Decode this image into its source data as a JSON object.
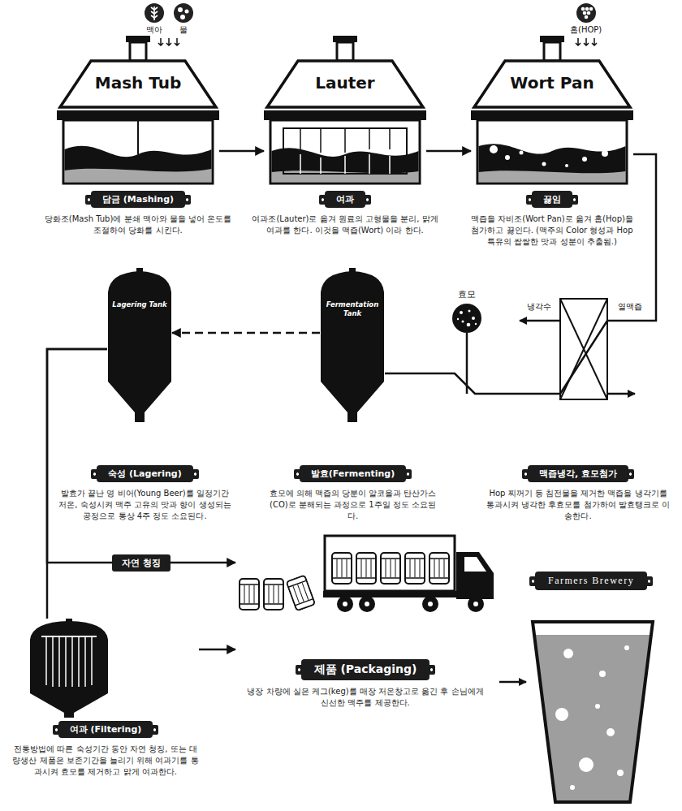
{
  "diagram": {
    "nodes": [
      {
        "text": [
          "Mash Tub"
        ]
      },
      {
        "text": [
          "Lauter"
        ]
      },
      {
        "text": [
          "Wort Pan"
        ]
      },
      {
        "text": [
          "담금 (Mashing)",
          "당화조(Mash Tub)에 분쇄 맥아와 물을 넣어 온도를 조절하여 당화를 시킨다."
        ]
      },
      {
        "text": [
          "여과",
          "여과조(Lauter)로 옮겨 원료의 고형물을 분리, 맑게 여과를 한다. 이것을 맥즙(Wort) 이라 한다."
        ]
      },
      {
        "text": [
          "끓임",
          "맥즙을 자비조(Wort Pan)로 옮겨 홉(Hop)을 첨가하고 끓인다. (맥주의 Color 형성과 Hop 특유의 쌉쌀한 맛과 성분이 추출됨.)"
        ]
      },
      {
        "text": [
          "Lagering Tank"
        ]
      },
      {
        "text": [
          "Fermentation Tank"
        ]
      },
      {
        "text": [
          "숙성 (Lagering)",
          "발효가 끝난 영 비어(Young Beer)를 일정기간 저온, 숙성시켜 맥주 고유의 맛과 향이 생성되는 공정으로 통상 4주 정도 소요된다."
        ]
      },
      {
        "text": [
          "발효(Fermenting)",
          "효모에 의해 맥즙의 당분이 알코올과 탄산가스(CO)로 분해되는 과정으로 1주일 정도 소요된다."
        ]
      },
      {
        "text": [
          "맥즙냉각, 효모첨가",
          "Hop 찌꺼기 등 침전물을 제거한 맥즙을 냉각기를 통과시켜 냉각한 후효모를 첨가하여 발효탱크로 이송한다."
        ]
      },
      {
        "text": [
          "Farmers Brewery"
        ]
      },
      {
        "text": [
          "여과 (Filtering)",
          "전통방법에 따른 숙성기간 동안 자연 청징, 또는 대량생산 제품은 보존기간을 늘리기 위해 여과기를 통과시켜 효모를 제거하고 맑게 여과한다."
        ]
      },
      {
        "text": [
          "제품 (Packaging)",
          "냉장 차량에 실은 케그(keg)를 매장 저온창고로 옮긴 후 손님에게 신선한 맥주를 제공한다."
        ]
      }
    ],
    "edges": [
      {
        "from": 0,
        "to": 1,
        "arrow": "to"
      },
      {
        "from": 1,
        "to": 2,
        "arrow": "to"
      },
      {
        "from": 2,
        "to": 7,
        "arrow": "none"
      },
      {
        "from": 7,
        "to": 6,
        "arrow": "to"
      },
      {
        "from": 6,
        "to": 13,
        "label": "자연 청징",
        "arrow": "to"
      },
      {
        "from": 6,
        "to": 12,
        "arrow": "none"
      },
      {
        "from": 12,
        "to": 13,
        "arrow": "to"
      }
    ],
    "labels": [
      "맥아",
      "물",
      "홉(HOP)",
      "효모",
      "냉각수",
      "열맥즙"
    ]
  }
}
